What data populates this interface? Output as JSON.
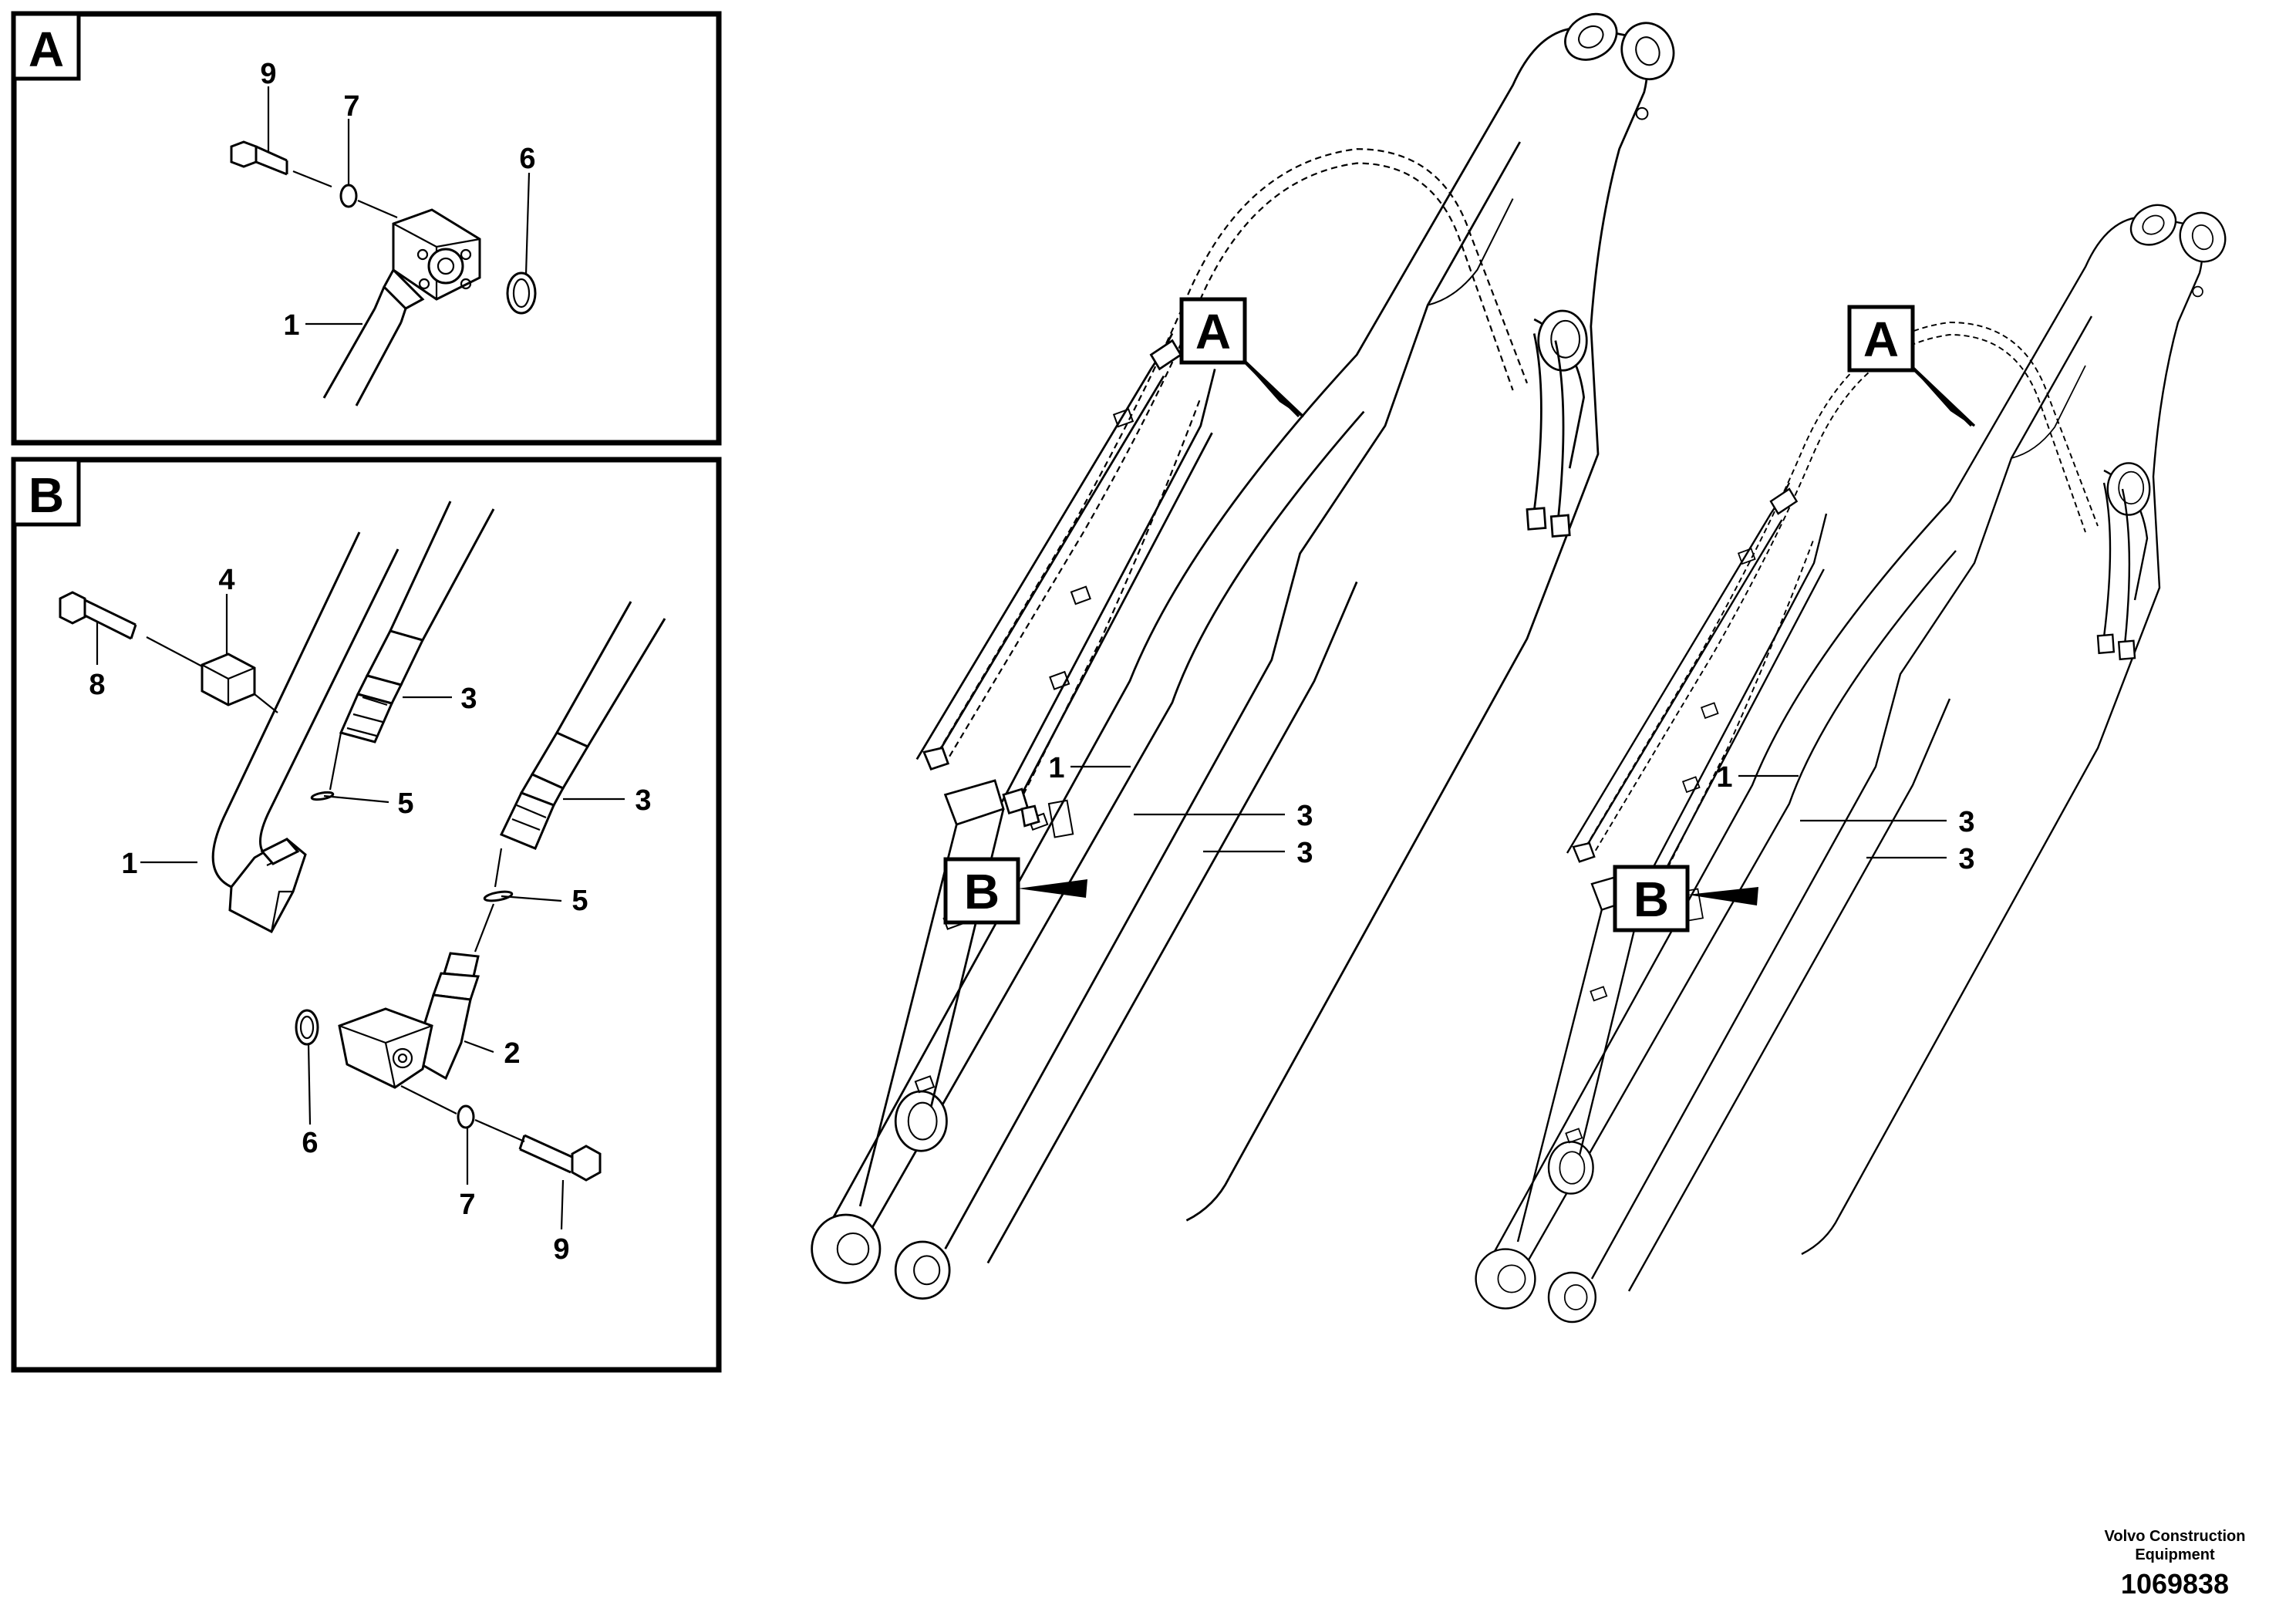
{
  "detail_a": {
    "tag": "A",
    "callouts": {
      "bolt": "9",
      "washer": "7",
      "o_ring": "6",
      "hose": "1"
    }
  },
  "detail_b": {
    "tag": "B",
    "callouts": {
      "bolt_top": "8",
      "clamp": "4",
      "hose": "1",
      "nipple_left": "3",
      "nipple_right": "3",
      "seal_left": "5",
      "seal_right": "5",
      "elbow": "2",
      "o_ring": "6",
      "washer": "7",
      "bolt_bottom": "9"
    }
  },
  "boom_left": {
    "tag_a": "A",
    "tag_b": "B",
    "callouts": {
      "hose": "1",
      "nipple_upper": "3",
      "nipple_lower": "3"
    }
  },
  "boom_right": {
    "tag_a": "A",
    "tag_b": "B",
    "callouts": {
      "hose": "1",
      "nipple_upper": "3",
      "nipple_lower": "3"
    }
  },
  "credit": {
    "maker": "Volvo Construction Equipment",
    "reference": "1069838"
  }
}
